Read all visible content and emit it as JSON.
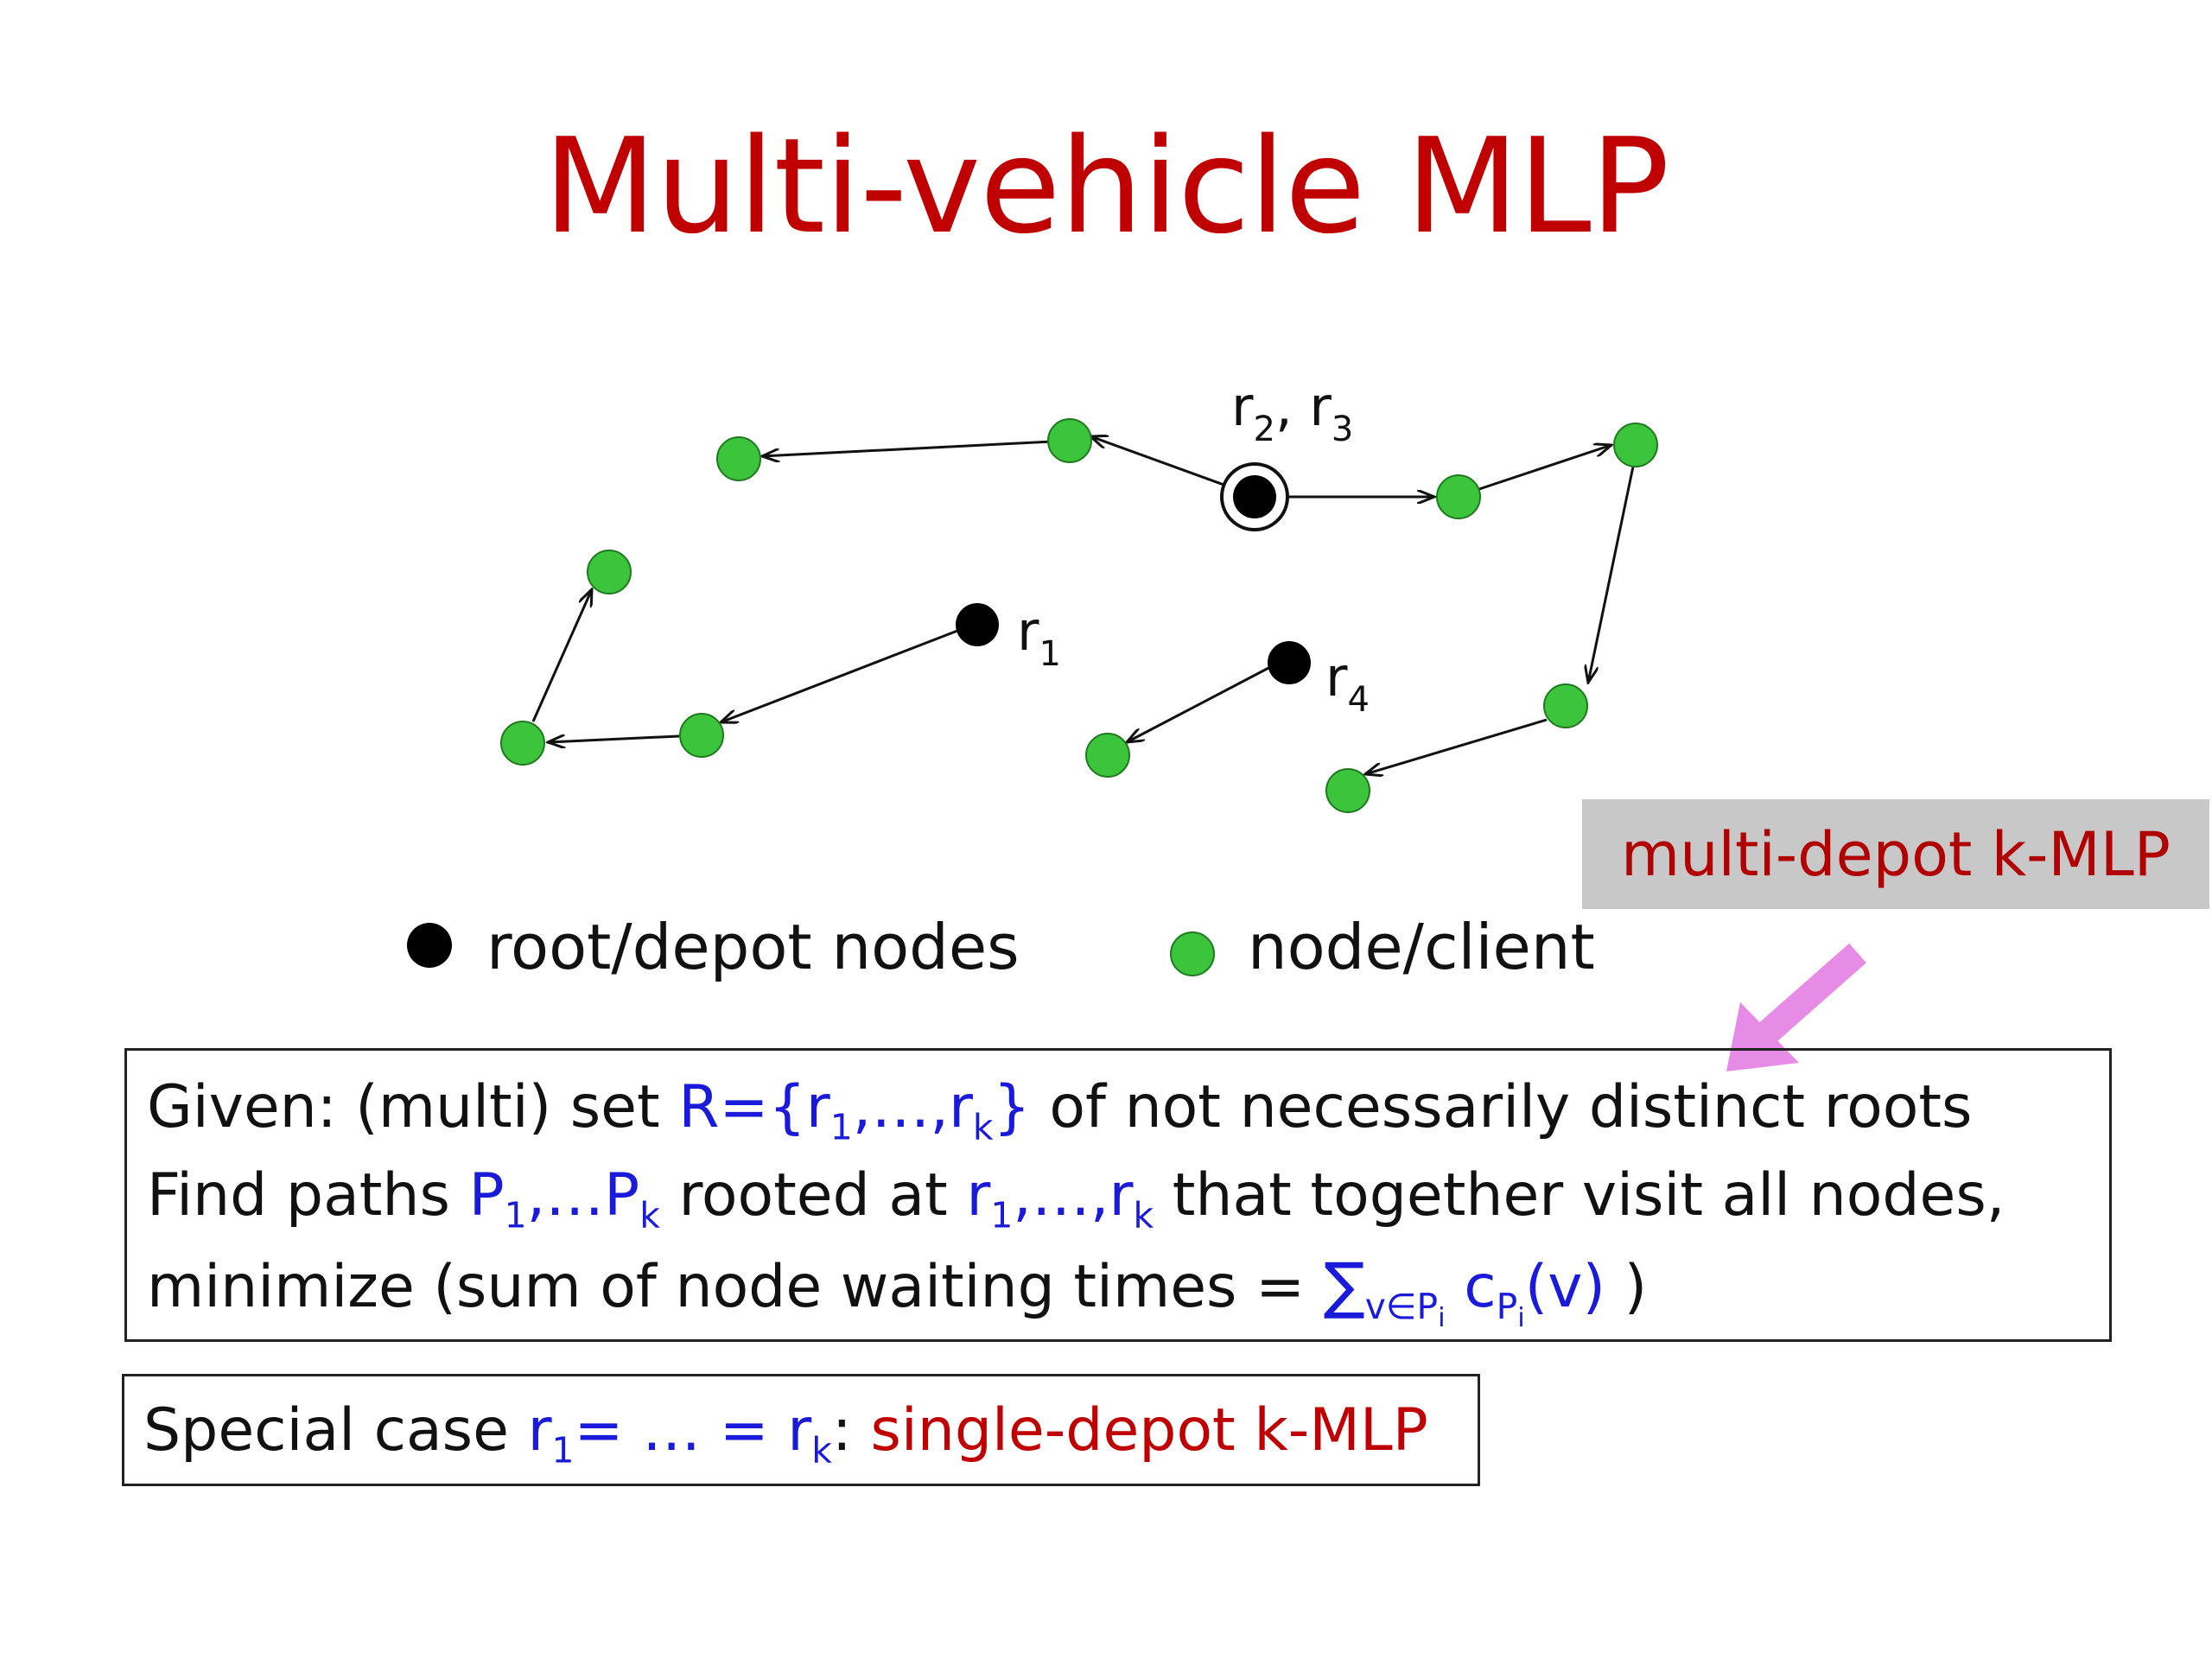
{
  "slide": {
    "title": "Multi-vehicle MLP"
  },
  "diagram": {
    "labels": {
      "r23_r": "r",
      "r23_sub1": "2",
      "r23_sep": ", r",
      "r23_sub2": "3",
      "r1_r": "r",
      "r1_sub": "1",
      "r4_r": "r",
      "r4_sub": "4"
    },
    "colors": {
      "root": "#000000",
      "client": "#3cc43c",
      "client_stroke": "#1e7a1e",
      "edge": "#111111",
      "arrow_callout": "#e68ce6"
    }
  },
  "callout": {
    "text": "multi-depot k-MLP"
  },
  "legend": {
    "root_label": "root/depot nodes",
    "client_label": "node/client"
  },
  "definition": {
    "l1_given": "Given: (multi) set ",
    "l1_set_a": "R={r",
    "l1_sub1": "1",
    "l1_set_b": ",…,r",
    "l1_subk": "k",
    "l1_set_c": "}",
    "l1_tail": " of not necessarily distinct roots",
    "l2_head": "Find paths ",
    "l2_P": "P",
    "l2_Psub1": "1",
    "l2_Pmid": ",…P",
    "l2_Psubk": "k",
    "l2_mid": " rooted at ",
    "l2_r": "r",
    "l2_rsub1": "1",
    "l2_rmid": ",…,r",
    "l2_rsubk": "k",
    "l2_tail": " that together visit all nodes,",
    "l3_head": "minimize   (sum of node waiting times = ",
    "l3_sum": "∑",
    "l3_sumsub_a": "v∈P",
    "l3_sumsub_b": "i",
    "l3_c": " c",
    "l3_csub_a": "P",
    "l3_csub_b": "i",
    "l3_cv": "(v)",
    "l3_tail": " )"
  },
  "special_case": {
    "head": "Special case ",
    "r1": "r",
    "sub1": "1",
    "mid": "= … = r",
    "subk": "k",
    "colon": ": ",
    "name": " single-depot k-MLP"
  }
}
